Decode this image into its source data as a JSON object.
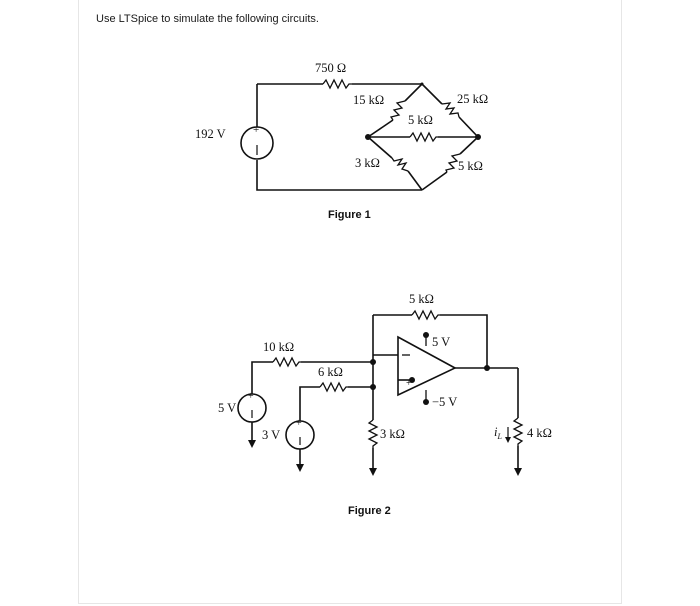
{
  "instruction": "Use LTSpice to simulate the following circuits.",
  "figure1": {
    "caption": "Figure 1",
    "source_label": "192 V",
    "r_top": "750 Ω",
    "r_ul": "15 kΩ",
    "r_ur": "25 kΩ",
    "r_mid": "5 kΩ",
    "r_ll": "3 kΩ",
    "r_lr": "5 kΩ"
  },
  "figure2": {
    "caption": "Figure 2",
    "src1_label": "5 V",
    "src2_label": "3 V",
    "r1": "10 kΩ",
    "r2": "6 kΩ",
    "r_feedback": "5 kΩ",
    "r_ground": "3 kΩ",
    "r_load": "4 kΩ",
    "vpos": "5 V",
    "vneg": "−5 V",
    "current_label": "i",
    "current_sub": "L"
  }
}
